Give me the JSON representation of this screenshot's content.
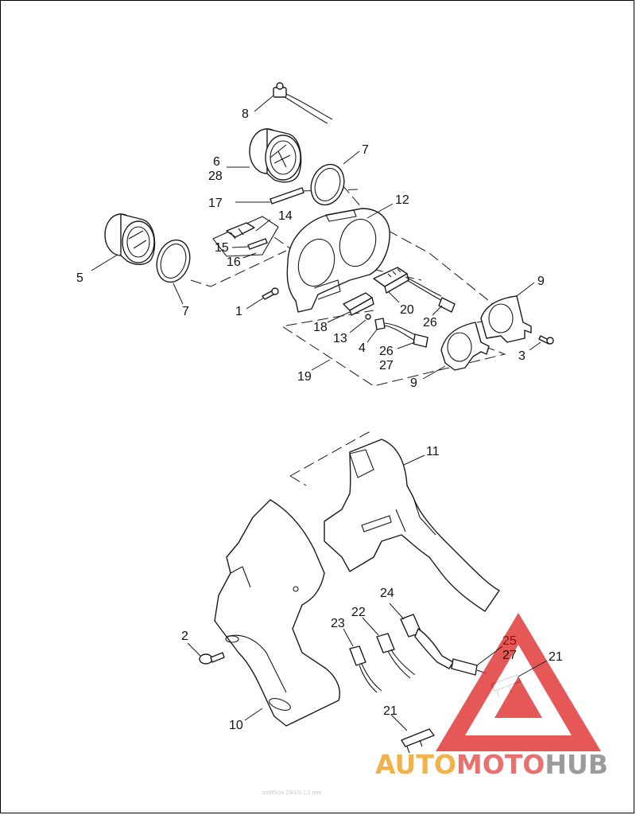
{
  "diagram": {
    "callouts": [
      {
        "id": "c8",
        "label": "8"
      },
      {
        "id": "c6",
        "label": "6"
      },
      {
        "id": "c28",
        "label": "28"
      },
      {
        "id": "c7a",
        "label": "7"
      },
      {
        "id": "c17",
        "label": "17"
      },
      {
        "id": "c12",
        "label": "12"
      },
      {
        "id": "c14",
        "label": "14"
      },
      {
        "id": "c15",
        "label": "15"
      },
      {
        "id": "c16",
        "label": "16"
      },
      {
        "id": "c5",
        "label": "5"
      },
      {
        "id": "c7b",
        "label": "7"
      },
      {
        "id": "c1",
        "label": "1"
      },
      {
        "id": "c9a",
        "label": "9"
      },
      {
        "id": "c20",
        "label": "20"
      },
      {
        "id": "c26a",
        "label": "26"
      },
      {
        "id": "c18",
        "label": "18"
      },
      {
        "id": "c13",
        "label": "13"
      },
      {
        "id": "c4",
        "label": "4"
      },
      {
        "id": "c26b",
        "label": "26"
      },
      {
        "id": "c27a",
        "label": "27"
      },
      {
        "id": "c3",
        "label": "3"
      },
      {
        "id": "c19",
        "label": "19"
      },
      {
        "id": "c9b",
        "label": "9"
      },
      {
        "id": "c11",
        "label": "11"
      },
      {
        "id": "c24",
        "label": "24"
      },
      {
        "id": "c22",
        "label": "22"
      },
      {
        "id": "c23",
        "label": "23"
      },
      {
        "id": "c2",
        "label": "2"
      },
      {
        "id": "c25",
        "label": "25"
      },
      {
        "id": "c27b",
        "label": "27"
      },
      {
        "id": "c21a",
        "label": "21"
      },
      {
        "id": "c10",
        "label": "10"
      },
      {
        "id": "c21b",
        "label": "21"
      }
    ]
  },
  "watermark": {
    "brand_auto": "AUTO",
    "brand_moto": "MOTO",
    "brand_hub": "HUB",
    "color_auto": "#f2b24a",
    "color_moto": "#e8706e",
    "color_hub": "#9b9b9b",
    "triangle_color": "#e23a3a"
  },
  "footer_text": "sm00xxx 24/1/0 1:1 mm"
}
